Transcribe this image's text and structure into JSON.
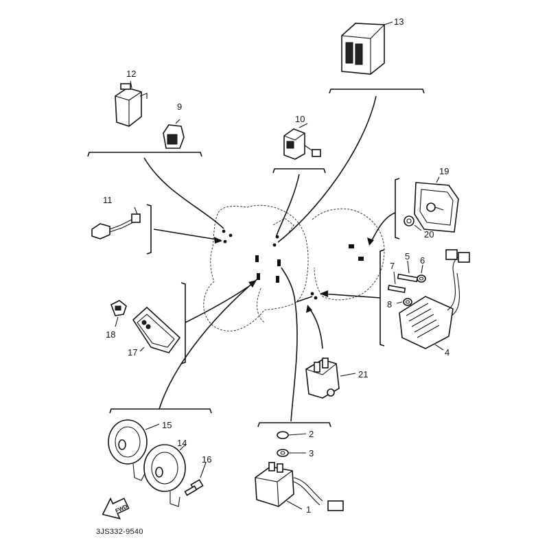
{
  "diagram": {
    "drawing_code": "3JS332-9540",
    "direction_arrow_text": "FWD",
    "callouts": [
      {
        "id": "c1",
        "text": "1"
      },
      {
        "id": "c2",
        "text": "2"
      },
      {
        "id": "c3",
        "text": "3"
      },
      {
        "id": "c4",
        "text": "4"
      },
      {
        "id": "c5",
        "text": "5"
      },
      {
        "id": "c6",
        "text": "6"
      },
      {
        "id": "c7",
        "text": "7"
      },
      {
        "id": "c8",
        "text": "8"
      },
      {
        "id": "c9",
        "text": "9"
      },
      {
        "id": "c10",
        "text": "10"
      },
      {
        "id": "c11",
        "text": "11"
      },
      {
        "id": "c12",
        "text": "12"
      },
      {
        "id": "c13",
        "text": "13"
      },
      {
        "id": "c14",
        "text": "14"
      },
      {
        "id": "c15",
        "text": "15"
      },
      {
        "id": "c16",
        "text": "16"
      },
      {
        "id": "c17",
        "text": "17"
      },
      {
        "id": "c18",
        "text": "18"
      },
      {
        "id": "c19",
        "text": "19"
      },
      {
        "id": "c20",
        "text": "20"
      },
      {
        "id": "c21",
        "text": "21"
      }
    ]
  },
  "colors": {
    "ink": "#111111",
    "paper": "#ffffff"
  }
}
